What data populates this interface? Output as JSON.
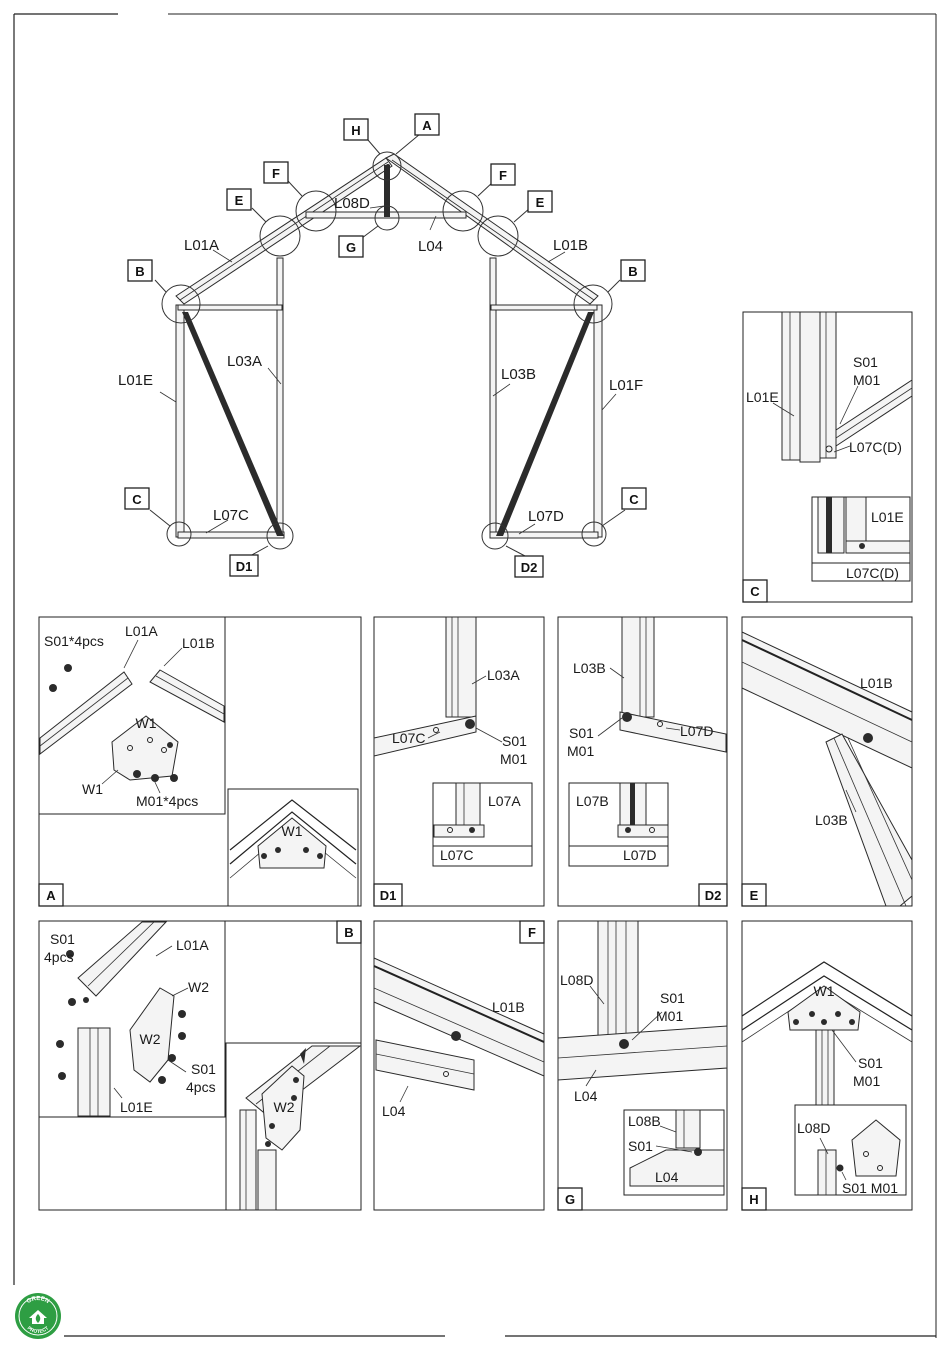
{
  "overview": {
    "callouts": [
      "H",
      "A",
      "F",
      "F",
      "E",
      "E",
      "G",
      "B",
      "B",
      "C",
      "C",
      "D1",
      "D2"
    ],
    "parts": {
      "l08d": "L08D",
      "l01a": "L01A",
      "l01b": "L01B",
      "l04": "L04",
      "l03a": "L03A",
      "l03b": "L03B",
      "l01e": "L01E",
      "l01f": "L01F",
      "l07c": "L07C",
      "l07d": "L07D"
    }
  },
  "detail_c": {
    "tag": "C",
    "s01": "S01",
    "m01": "M01",
    "l01e": "L01E",
    "l07c_d": "L07C(D)",
    "inset": {
      "l01e": "L01E",
      "l07c_d": "L07C(D)"
    }
  },
  "detail_a": {
    "tag": "A",
    "s01_qty": "S01*4pcs",
    "l01a": "L01A",
    "l01b": "L01B",
    "w1": "W1",
    "m01_qty": "M01*4pcs",
    "plate_mark": "W1"
  },
  "detail_d1": {
    "tag": "D1",
    "l03a": "L03A",
    "l07c": "L07C",
    "s01": "S01",
    "m01": "M01",
    "inset": {
      "l07a": "L07A",
      "l07c": "L07C"
    }
  },
  "detail_d2": {
    "tag": "D2",
    "l03b": "L03B",
    "l07d": "L07D",
    "s01": "S01",
    "m01": "M01",
    "inset": {
      "l07b": "L07B",
      "l07d": "L07D"
    }
  },
  "detail_e": {
    "tag": "E",
    "l01b": "L01B",
    "l03b": "L03B"
  },
  "detail_b": {
    "tag": "B",
    "s01": "S01",
    "qty1": "4pcs",
    "l01a": "L01A",
    "w2": "W2",
    "s01b": "S01",
    "qty2": "4pcs",
    "l01e": "L01E",
    "plate_mark": "W2"
  },
  "detail_f": {
    "tag": "F",
    "l01b": "L01B",
    "l04": "L04"
  },
  "detail_g": {
    "tag": "G",
    "l08d": "L08D",
    "s01": "S01",
    "m01": "M01",
    "l04": "L04",
    "inset": {
      "l08b": "L08B",
      "s01": "S01",
      "l04": "L04"
    }
  },
  "detail_h": {
    "tag": "H",
    "s01": "S01",
    "m01": "M01",
    "plate_mark": "W1",
    "inset": {
      "l08d": "L08D",
      "s01_m01": "S01 M01"
    }
  },
  "logo": {
    "top_text": "GREEN",
    "bottom_text": "PROTECT",
    "color": "#2e9e43"
  }
}
